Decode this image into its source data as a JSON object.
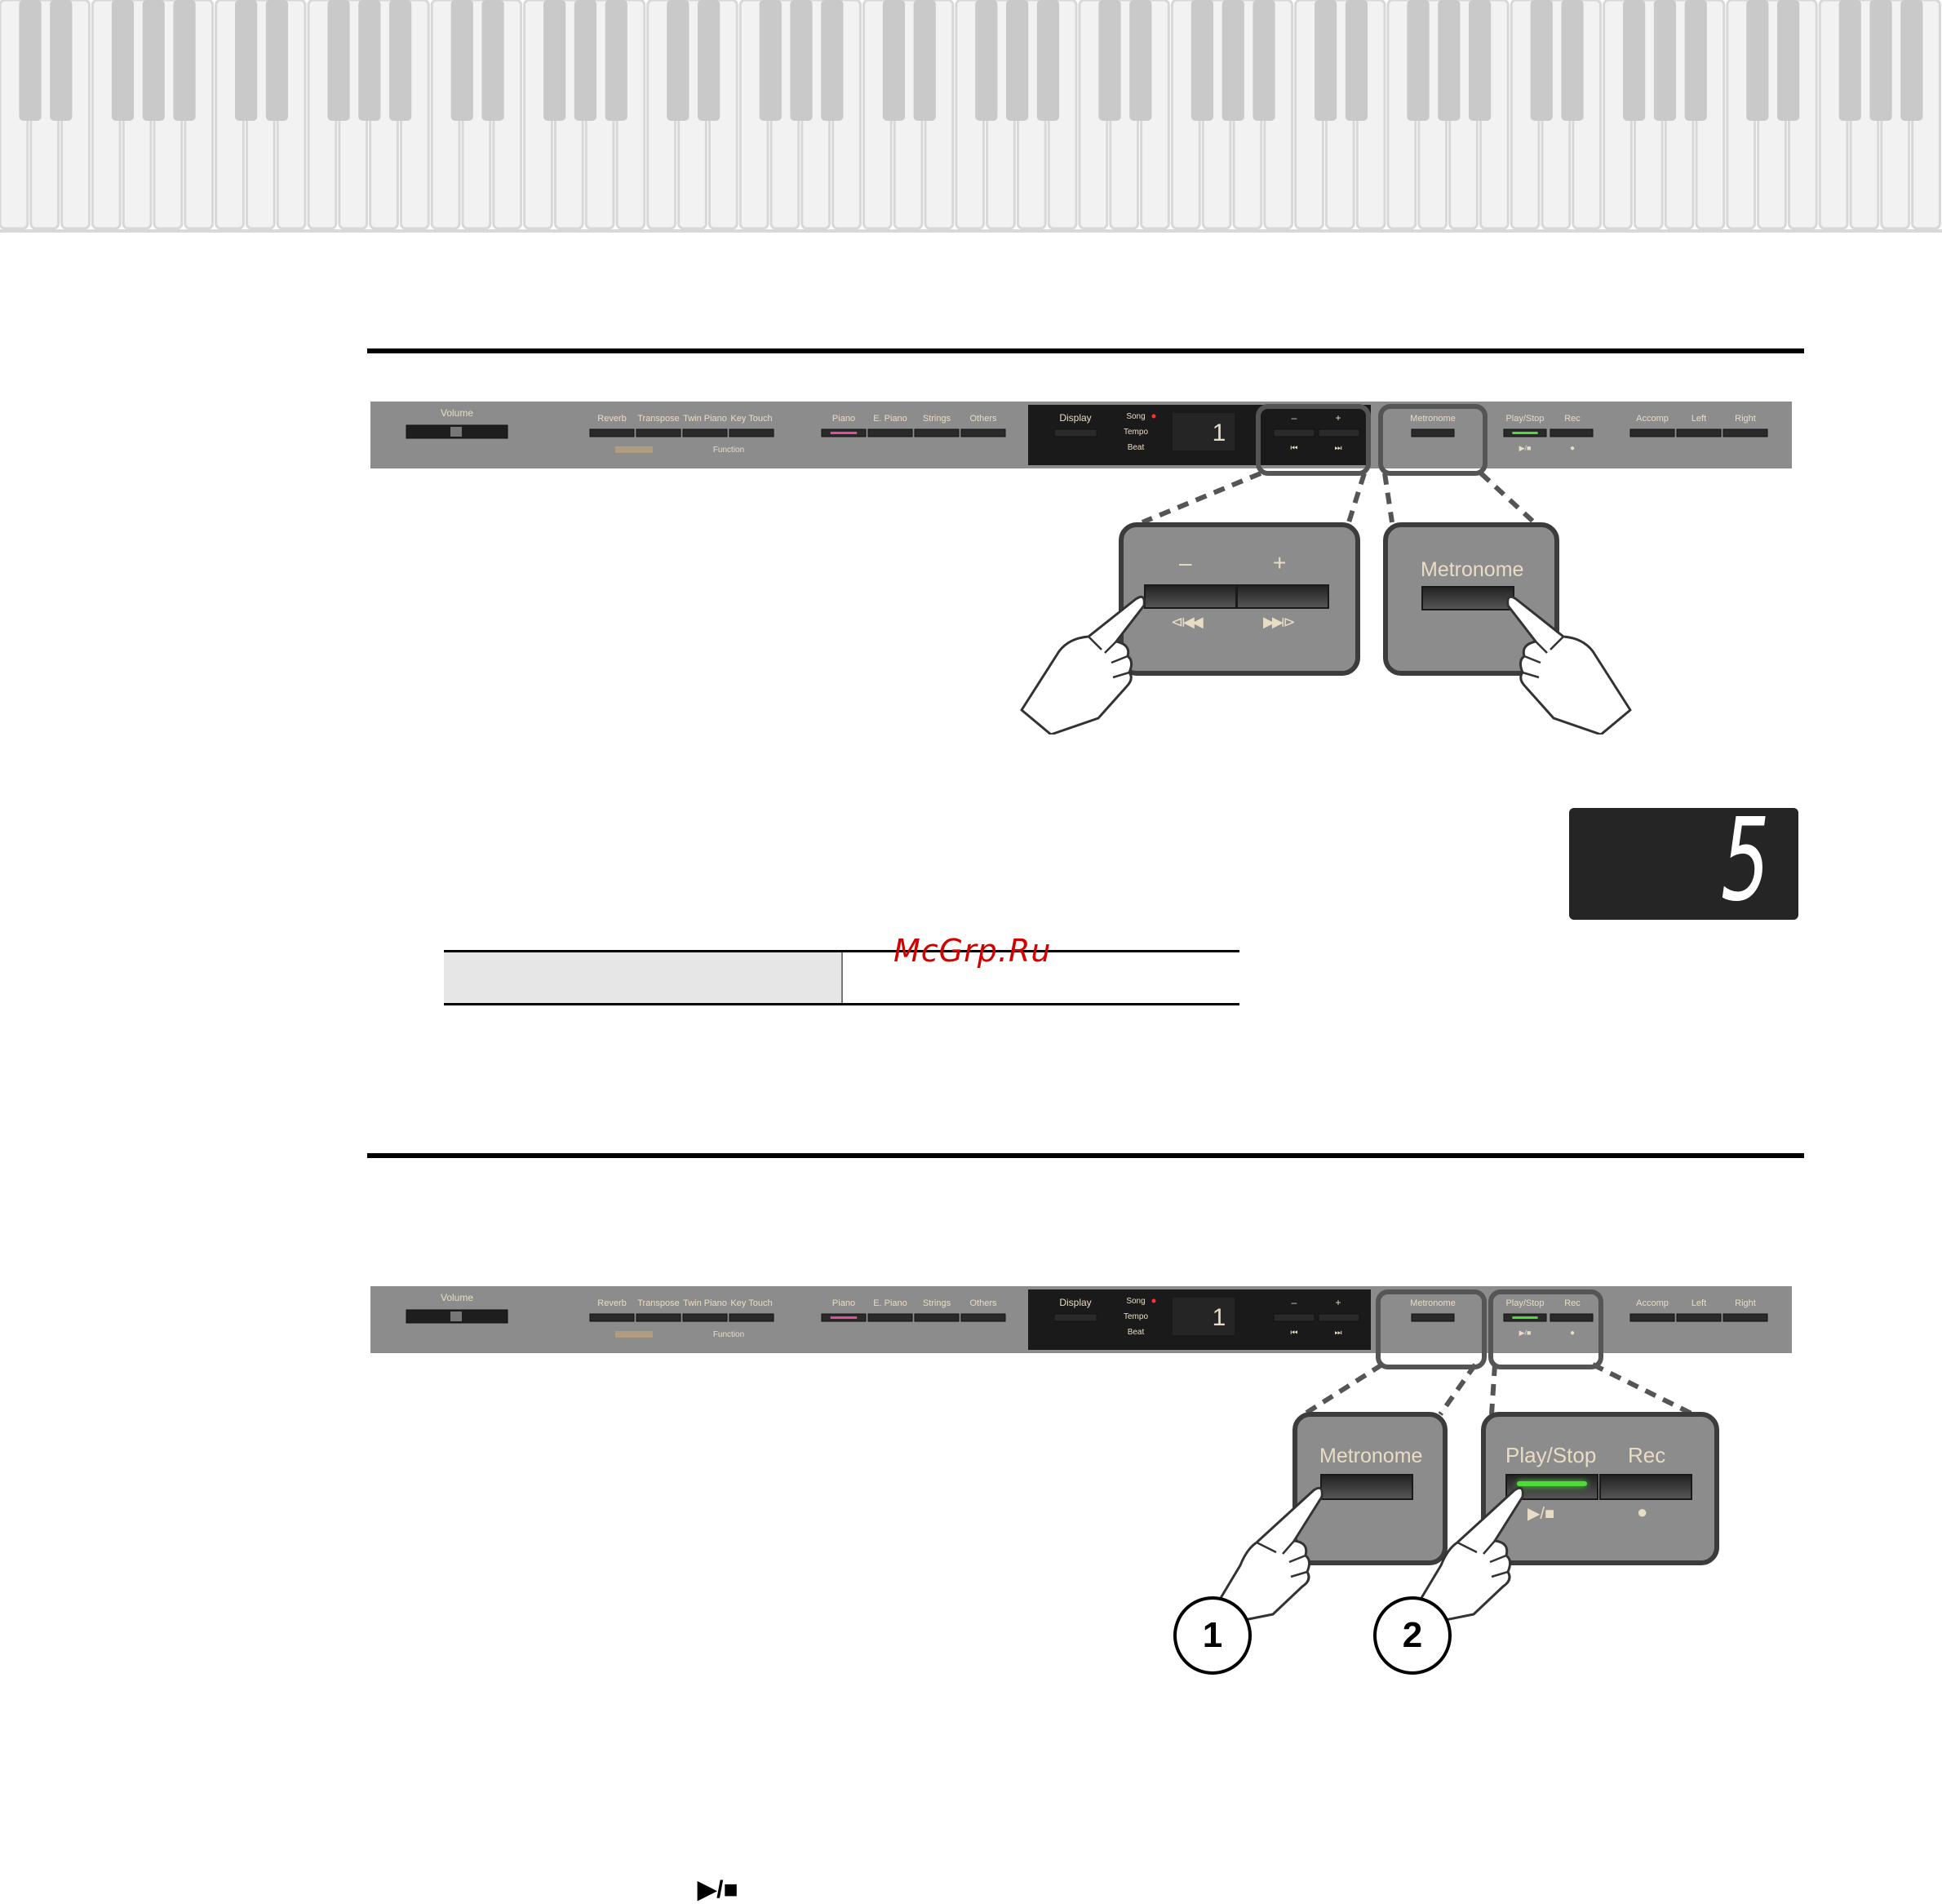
{
  "panel": {
    "volume": "Volume",
    "reverb": "Reverb",
    "transpose": "Transpose",
    "twin_piano": "Twin Piano",
    "key_touch": "Key Touch",
    "function": "Function",
    "piano": "Piano",
    "e_piano": "E. Piano",
    "strings": "Strings",
    "others": "Others",
    "display": "Display",
    "song": "Song",
    "tempo": "Tempo",
    "beat": "Beat",
    "minus": "–",
    "plus": "+",
    "rewind": "⏮",
    "forward": "⏭",
    "metronome": "Metronome",
    "play_stop": "Play/Stop",
    "rec": "Rec",
    "play_stop_symbol": "▶/■",
    "rec_symbol": "●",
    "accomp": "Accomp",
    "left": "Left",
    "right": "Right",
    "display_value": "1"
  },
  "zoom1": {
    "minus": "–",
    "plus": "+",
    "rewind": "⧏◀◀",
    "forward": "▶▶⧐",
    "metronome": "Metronome"
  },
  "display_readout": "5",
  "table": {
    "left": "",
    "right": ""
  },
  "watermark": "McGrp.Ru",
  "zoom2": {
    "metronome": "Metronome",
    "play_stop": "Play/Stop",
    "rec": "Rec",
    "play_stop_symbol": "▶/■",
    "rec_symbol": "●"
  },
  "steps": [
    "1",
    "2"
  ],
  "footer_symbol": "▶/■"
}
